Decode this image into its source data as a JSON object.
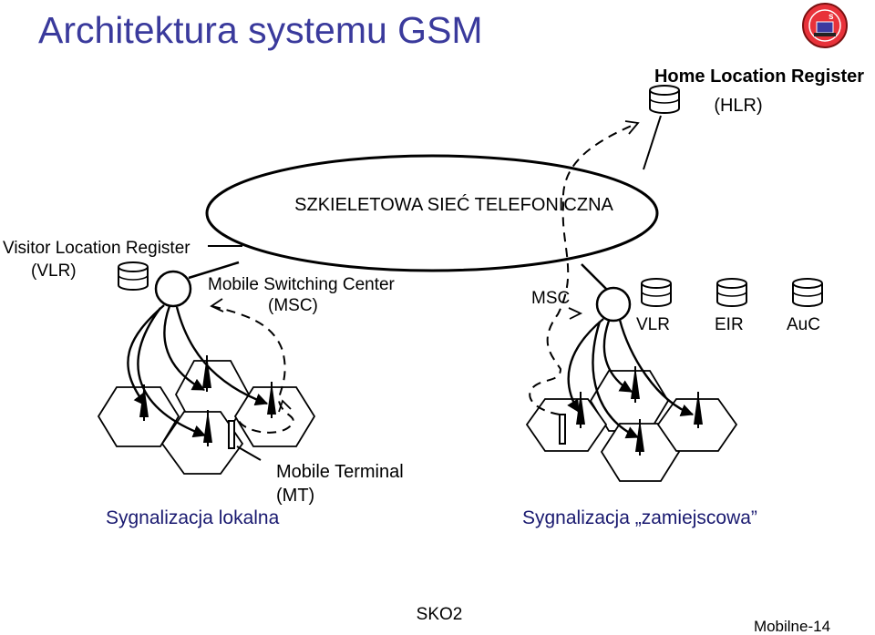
{
  "title": "Architektura systemu GSM",
  "hlr": {
    "name": "Home Location Register",
    "abbr": "(HLR)"
  },
  "backbone": "SZKIELETOWA SIEĆ TELEFONICZNA",
  "vlr_left": {
    "name": "Visitor Location Register",
    "abbr": "(VLR)"
  },
  "msc_left": {
    "name": "Mobile Switching Center",
    "abbr": "(MSC)"
  },
  "msc_right": "MSC",
  "databases_right": [
    "VLR",
    "EIR",
    "AuC"
  ],
  "mt": {
    "name": "Mobile Terminal",
    "abbr": "(MT)"
  },
  "signal_local": "Sygnalizacja lokalna",
  "signal_remote": "Sygnalizacja „zamiejscowa”",
  "footer_center": "SKO2",
  "footer_right": "Mobilne-14",
  "colors": {
    "title": "#3a3a9c",
    "signal": "#1a1a70",
    "line": "#000000"
  },
  "icons": [
    "logo-icon",
    "database-icon",
    "antenna-icon",
    "mobile-terminal-icon"
  ]
}
